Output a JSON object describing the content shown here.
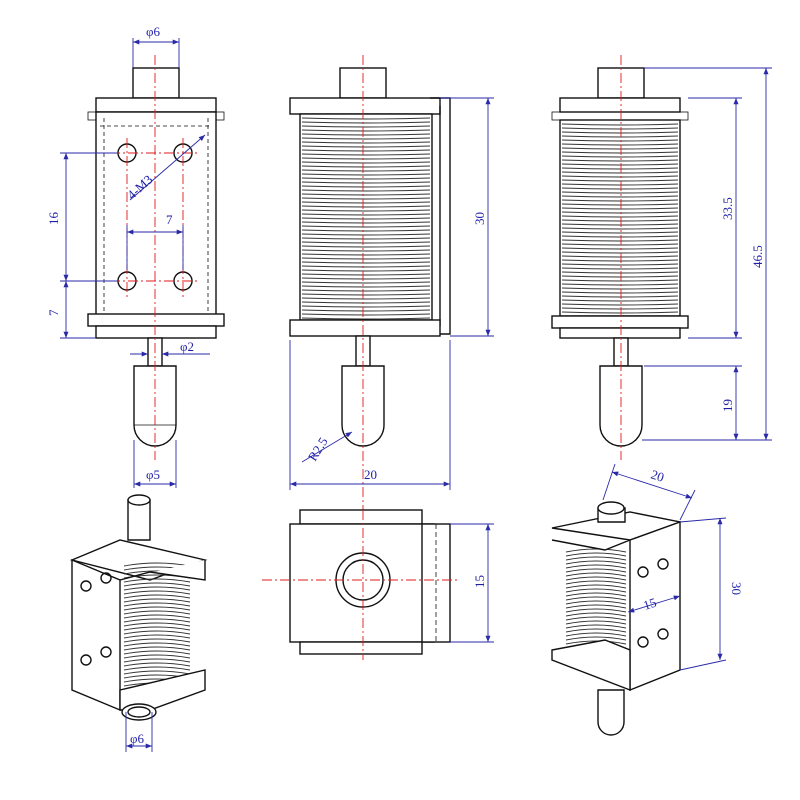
{
  "colors": {
    "outline": "#111111",
    "dimension": "#1f1fa8",
    "centerline": "#e01a1a"
  },
  "views": {
    "front": {
      "d_top": "φ6",
      "thread": "4-M3",
      "d16": "16",
      "d7v": "7",
      "d7h": "7",
      "d_shaft": "φ2",
      "d_plunger": "φ5"
    },
    "side": {
      "h30": "30",
      "r": "R2.5",
      "w20": "20"
    },
    "right": {
      "h335": "33.5",
      "h465": "46.5",
      "h19": "19"
    },
    "iso_left": {
      "d_bottom": "φ6"
    },
    "top": {
      "h15": "15"
    },
    "iso_right": {
      "w20": "20",
      "h30": "30",
      "w15": "15"
    }
  }
}
